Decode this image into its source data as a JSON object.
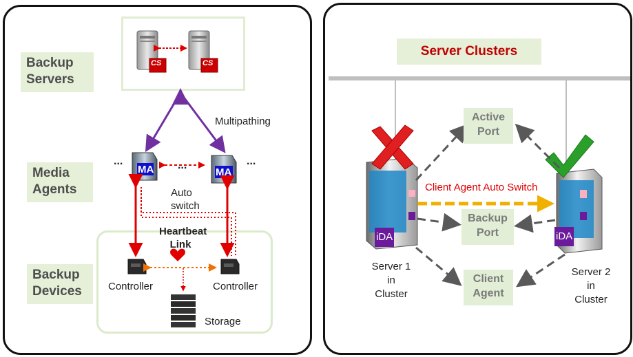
{
  "left": {
    "labels": {
      "backup_servers": [
        "Backup",
        "Servers"
      ],
      "media_agents": [
        "Media",
        "Agents"
      ],
      "backup_devices": [
        "Backup",
        "Devices"
      ]
    },
    "cs_badge": "CS",
    "ma_badge": "MA",
    "ellipsis": "...",
    "multipathing": "Multipathing",
    "auto_switch": [
      "Auto",
      "switch"
    ],
    "heartbeat": [
      "Heartbeat",
      "Link"
    ],
    "controller_left": "Controller",
    "controller_right": "Controller",
    "storage": "Storage"
  },
  "right": {
    "title": "Server Clusters",
    "active_port": [
      "Active",
      "Port"
    ],
    "backup_port": [
      "Backup",
      "Port"
    ],
    "client_agent": [
      "Client",
      "Agent"
    ],
    "auto_switch_label": "Client Agent Auto Switch",
    "server1": [
      "Server 1",
      "in",
      "Cluster"
    ],
    "server2": [
      "Server 2",
      "in",
      "Cluster"
    ],
    "ida_badge": "iDA"
  },
  "colors": {
    "label_bg": "#e6f0d8",
    "purple_link": "#7030a0",
    "red_link": "#e00000",
    "orange_link": "#f0a000",
    "green_check": "#2aa02a"
  }
}
